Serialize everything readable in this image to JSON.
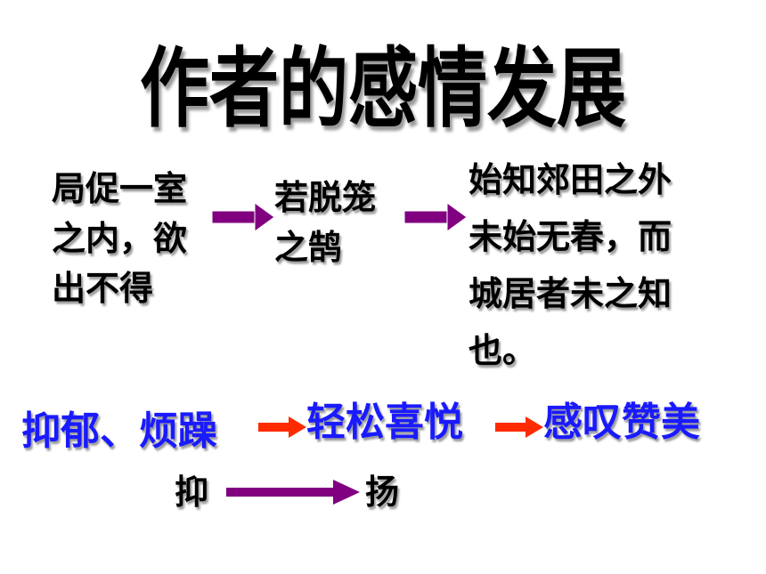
{
  "title": "作者的感情发展",
  "stages": {
    "s1": [
      "局促一室",
      "之内，欲",
      "出不得"
    ],
    "s2": [
      "若脱笼",
      "之鹄"
    ],
    "s3": [
      "始知郊田之外",
      "未始无春，而",
      "城居者未之知",
      "也。"
    ]
  },
  "emotions": {
    "e1": "抑郁、烦躁",
    "e2": "轻松喜悦",
    "e3": "感叹赞美"
  },
  "summary": {
    "from": "抑",
    "to": "扬"
  },
  "colors": {
    "arrow_purple": "#800080",
    "arrow_red": "#ff2a00",
    "emotion_text": "#1a1aff"
  }
}
